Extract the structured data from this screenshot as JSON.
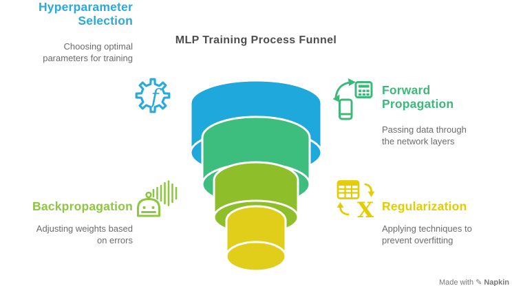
{
  "title": "MLP Training Process Funnel",
  "sections": {
    "hyperparameter_selection": {
      "title_lines": [
        "Hyperparameter",
        "Selection"
      ],
      "description_lines": [
        "Choosing optimal",
        "parameters for training"
      ],
      "color": "#29A9DC",
      "icon": "function-gear-icon"
    },
    "forward_propagation": {
      "title_lines": [
        "Forward",
        "Propagation"
      ],
      "description_lines": [
        "Passing data through",
        "the network layers"
      ],
      "color": "#3DB87A",
      "icon": "data-transfer-device-grid-icon"
    },
    "backpropagation": {
      "title_lines": [
        "Backpropagation"
      ],
      "description_lines": [
        "Adjusting weights based",
        "on errors"
      ],
      "color": "#8DC63F",
      "icon": "robot-signal-waves-icon"
    },
    "regularization": {
      "title_lines": [
        "Regularization"
      ],
      "description_lines": [
        "Applying techniques to",
        "prevent overfitting"
      ],
      "color": "#E3CC00",
      "icon": "table-swap-x-icon"
    }
  },
  "funnel": {
    "layers": [
      {
        "label": "hyperparameter-selection",
        "color": "#1FA8DC"
      },
      {
        "label": "forward-propagation",
        "color": "#3DBE7E"
      },
      {
        "label": "backpropagation",
        "color": "#8FBE2B"
      },
      {
        "label": "regularization",
        "color": "#E0CE1A"
      }
    ]
  },
  "watermark": {
    "prefix": "Made with",
    "brand": "Napkin"
  },
  "colors": {
    "title_text": "#4D4D4D",
    "description_text": "#6B6B6B",
    "watermark_text": "#77787B"
  }
}
